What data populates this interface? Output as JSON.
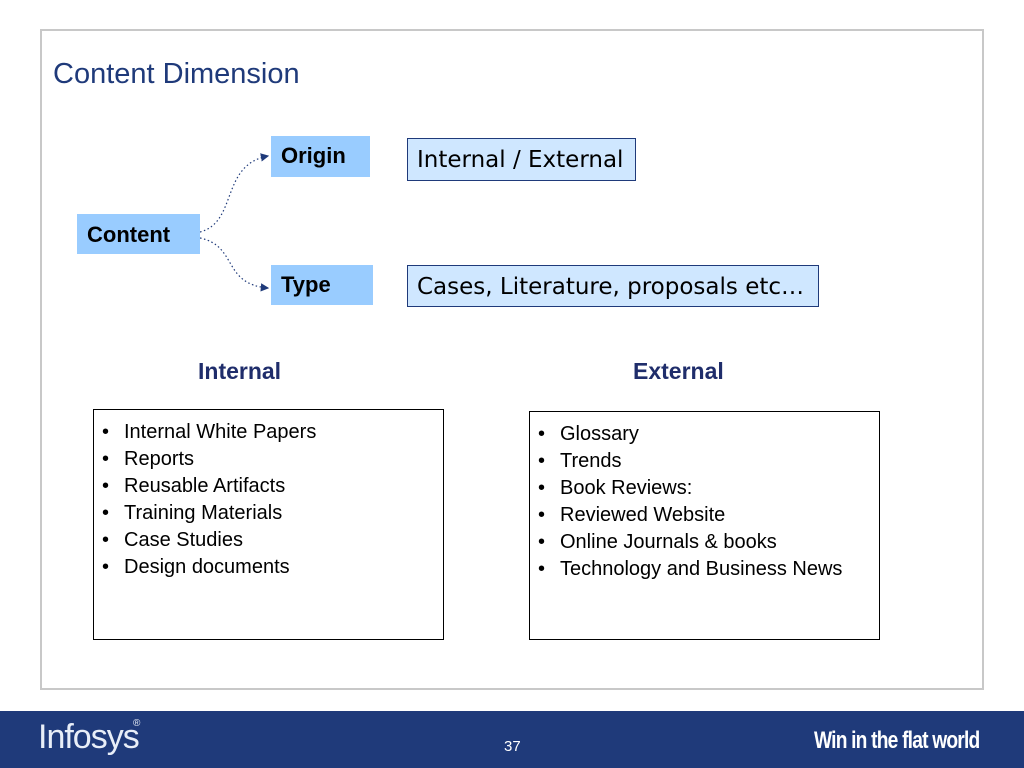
{
  "title": "Content Dimension",
  "diagram": {
    "root": "Content",
    "branches": [
      {
        "label": "Origin",
        "value": "Internal / External"
      },
      {
        "label": "Type",
        "value": "Cases, Literature, proposals etc…"
      }
    ]
  },
  "lists": {
    "internal": {
      "heading": "Internal",
      "items": [
        "Internal White Papers",
        "Reports",
        "Reusable Artifacts",
        "Training Materials",
        "Case Studies",
        "Design documents"
      ]
    },
    "external": {
      "heading": "External",
      "items": [
        "Glossary",
        "Trends",
        "Book Reviews:",
        "Reviewed Website",
        "Online Journals & books",
        "Technology and Business News"
      ]
    }
  },
  "footer": {
    "brand": "Infosys",
    "brand_mark": "®",
    "page_number": "37",
    "tagline": "Win in the flat world"
  },
  "colors": {
    "title": "#1f3a7a",
    "node_fill": "#99ccff",
    "value_fill": "#cfe7ff",
    "footer_bg": "#1f3a7a"
  }
}
